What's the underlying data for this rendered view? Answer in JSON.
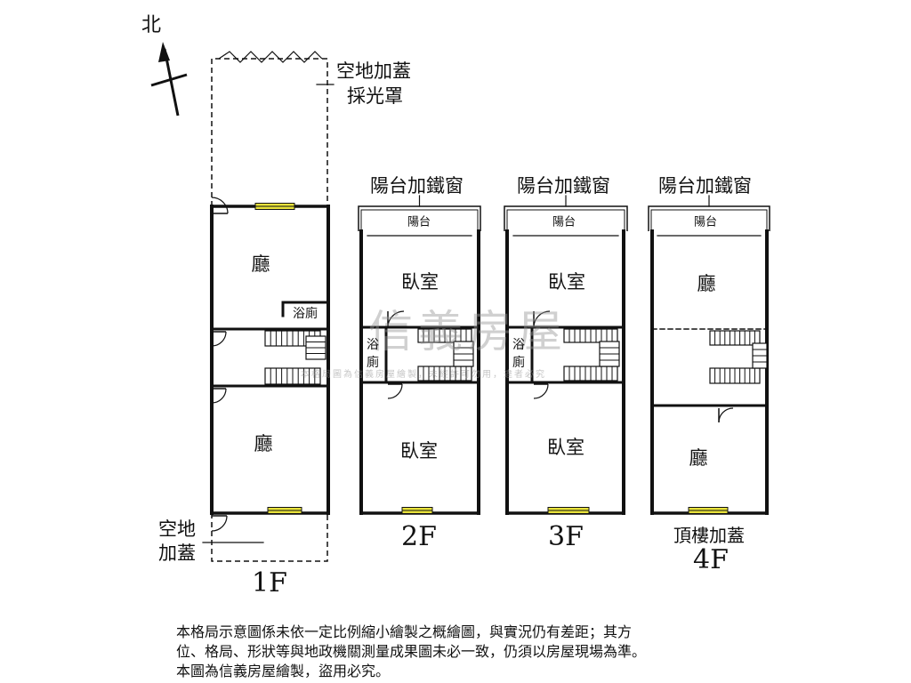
{
  "north": {
    "label": "北"
  },
  "annotations": {
    "skylight_line1": "空地加蓋",
    "skylight_line2": "採光罩",
    "open_line1": "空地",
    "open_line2": "加蓋",
    "balcony_window": "陽台加鐵窗"
  },
  "floors": {
    "f1": {
      "label": "1F",
      "room_top": "廳",
      "room_bottom": "廳",
      "bath": "浴廁"
    },
    "f2": {
      "label": "2F",
      "balcony": "陽台",
      "room_top": "臥室",
      "room_bottom": "臥室",
      "bath_line1": "浴",
      "bath_line2": "廁"
    },
    "f3": {
      "label": "3F",
      "balcony": "陽台",
      "room_top": "臥室",
      "room_bottom": "臥室",
      "bath_line1": "浴",
      "bath_line2": "廁"
    },
    "f4": {
      "label": "4F",
      "sub_label": "頂樓加蓋",
      "balcony": "陽台",
      "room_top": "廳",
      "room_bottom": "廳"
    }
  },
  "watermark": {
    "brand": "信義房屋",
    "sub": "本格局圖為信義房屋繪製，未經許可勿用，違者必究"
  },
  "note": {
    "line1": "本格局示意圖係未依一定比例縮小繪製之概繪圖，與實況仍有差距；其方",
    "line2": "位、格局、形狀等與地政機關測量成果圖未必一致，仍須以房屋現場為準。",
    "line3": "本圖為信義房屋繪製，盜用必究。"
  },
  "colors": {
    "wall": "#111111",
    "window": "#e8e23a",
    "watermark": "#999999"
  }
}
